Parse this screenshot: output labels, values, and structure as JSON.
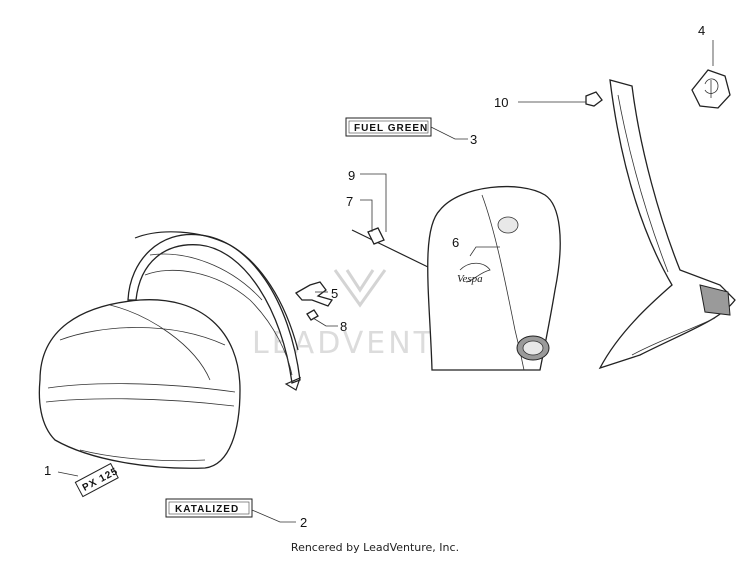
{
  "callouts": [
    {
      "id": "1",
      "label": "1"
    },
    {
      "id": "2",
      "label": "2"
    },
    {
      "id": "3",
      "label": "3"
    },
    {
      "id": "4",
      "label": "4"
    },
    {
      "id": "5",
      "label": "5"
    },
    {
      "id": "6",
      "label": "6"
    },
    {
      "id": "7",
      "label": "7"
    },
    {
      "id": "8",
      "label": "8"
    },
    {
      "id": "9",
      "label": "9"
    },
    {
      "id": "10",
      "label": "10"
    }
  ],
  "decals": {
    "px": "PX 125",
    "katalized": "KATALIZED",
    "fuel_green": "FUEL GREEN",
    "vespa": "Vespa"
  },
  "watermark": "LEADVENTURE",
  "footer": "Rencered by LeadVenture, Inc."
}
